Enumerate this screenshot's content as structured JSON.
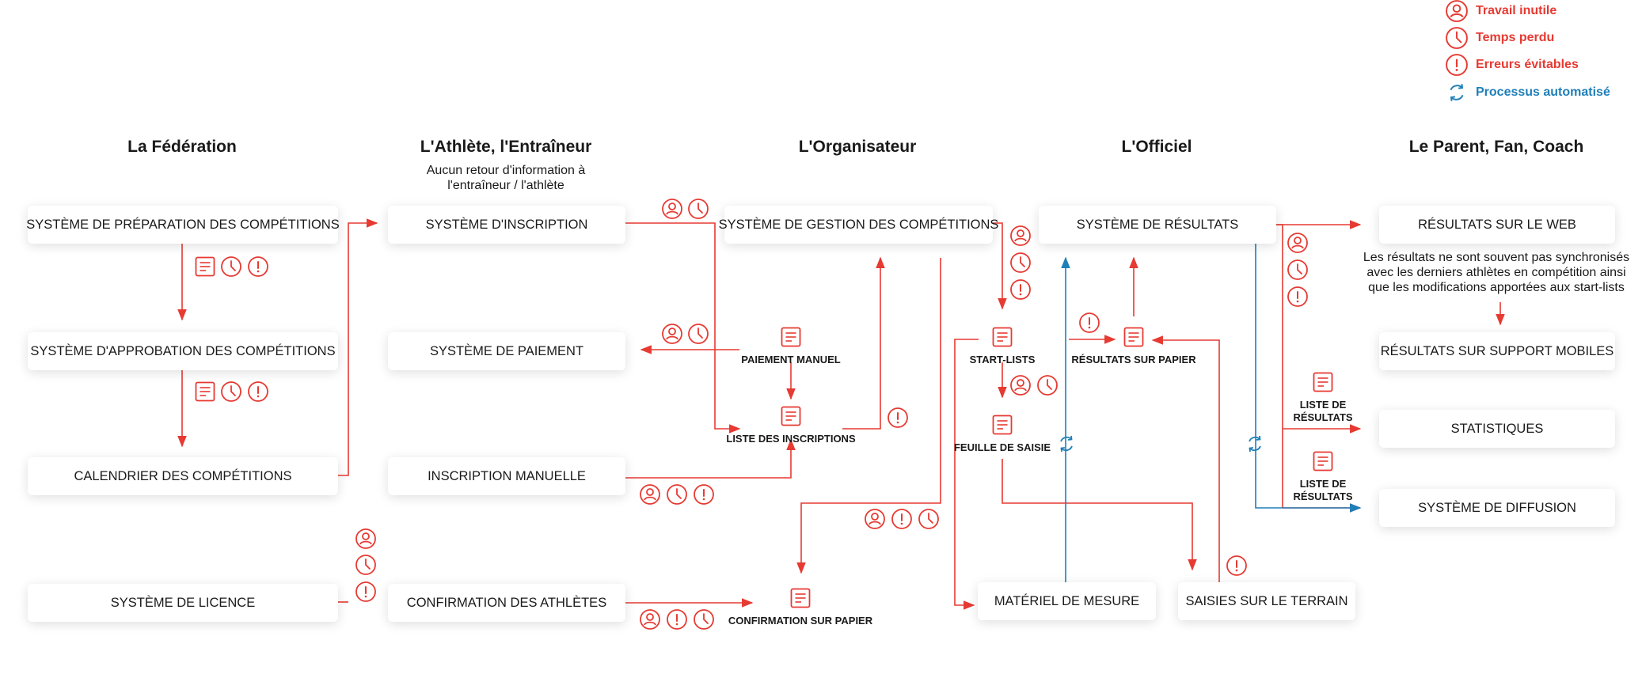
{
  "colors": {
    "accent": "#e63a32",
    "automation": "#1f7fb8"
  },
  "legend": [
    {
      "icon": "user-icon",
      "label": "Travail inutile",
      "color": "red"
    },
    {
      "icon": "clock-icon",
      "label": "Temps perdu",
      "color": "red"
    },
    {
      "icon": "alert-icon",
      "label": "Erreurs évitables",
      "color": "red"
    },
    {
      "icon": "sync-icon",
      "label": "Processus automatisé",
      "color": "blue"
    }
  ],
  "columns": {
    "federation": "La Fédération",
    "athlete": "L'Athlète, l'Entraîneur",
    "organisateur": "L'Organisateur",
    "officiel": "L'Officiel",
    "parent": "Le Parent, Fan, Coach"
  },
  "notes": {
    "athlete_line1": "Aucun retour d'information à",
    "athlete_line2": "l'entraîneur / l'athlète",
    "results_line1": "Les résultats ne sont souvent pas synchronisés",
    "results_line2": "avec les derniers athlètes en compétition ainsi",
    "results_line3": "que les modifications apportées aux start-lists"
  },
  "systems": {
    "preparation": "SYSTÈME DE PRÉPARATION DES COMPÉTITIONS",
    "approbation": "SYSTÈME D'APPROBATION DES COMPÉTITIONS",
    "calendrier": "CALENDRIER DES COMPÉTITIONS",
    "licence": "SYSTÈME DE LICENCE",
    "inscription": "SYSTÈME D'INSCRIPTION",
    "paiement": "SYSTÈME DE PAIEMENT",
    "inscription_manuelle": "INSCRIPTION MANUELLE",
    "confirmation": "CONFIRMATION DES ATHLÈTES",
    "gestion": "SYSTÈME DE GESTION DES COMPÉTITIONS",
    "resultats": "SYSTÈME DE RÉSULTATS",
    "materiel": "MATÉRIEL DE MESURE",
    "saisies": "SAISIES SUR LE TERRAIN",
    "web": "RÉSULTATS SUR LE WEB",
    "mobiles": "RÉSULTATS SUR SUPPORT MOBILES",
    "statistiques": "STATISTIQUES",
    "diffusion": "SYSTÈME DE DIFFUSION"
  },
  "documents": {
    "paiement_manuel": "PAIEMENT MANUEL",
    "liste_inscriptions": "LISTE DES INSCRIPTIONS",
    "confirmation_papier": "CONFIRMATION SUR PAPIER",
    "start_lists": "START-LISTS",
    "feuille_saisie": "FEUILLE DE SAISIE",
    "resultats_papier": "RÉSULTATS SUR PAPIER",
    "liste_resultats_1_line1": "LISTE DE",
    "liste_resultats_1_line2": "RÉSULTATS",
    "liste_resultats_2_line1": "LISTE DE",
    "liste_resultats_2_line2": "RÉSULTATS"
  }
}
